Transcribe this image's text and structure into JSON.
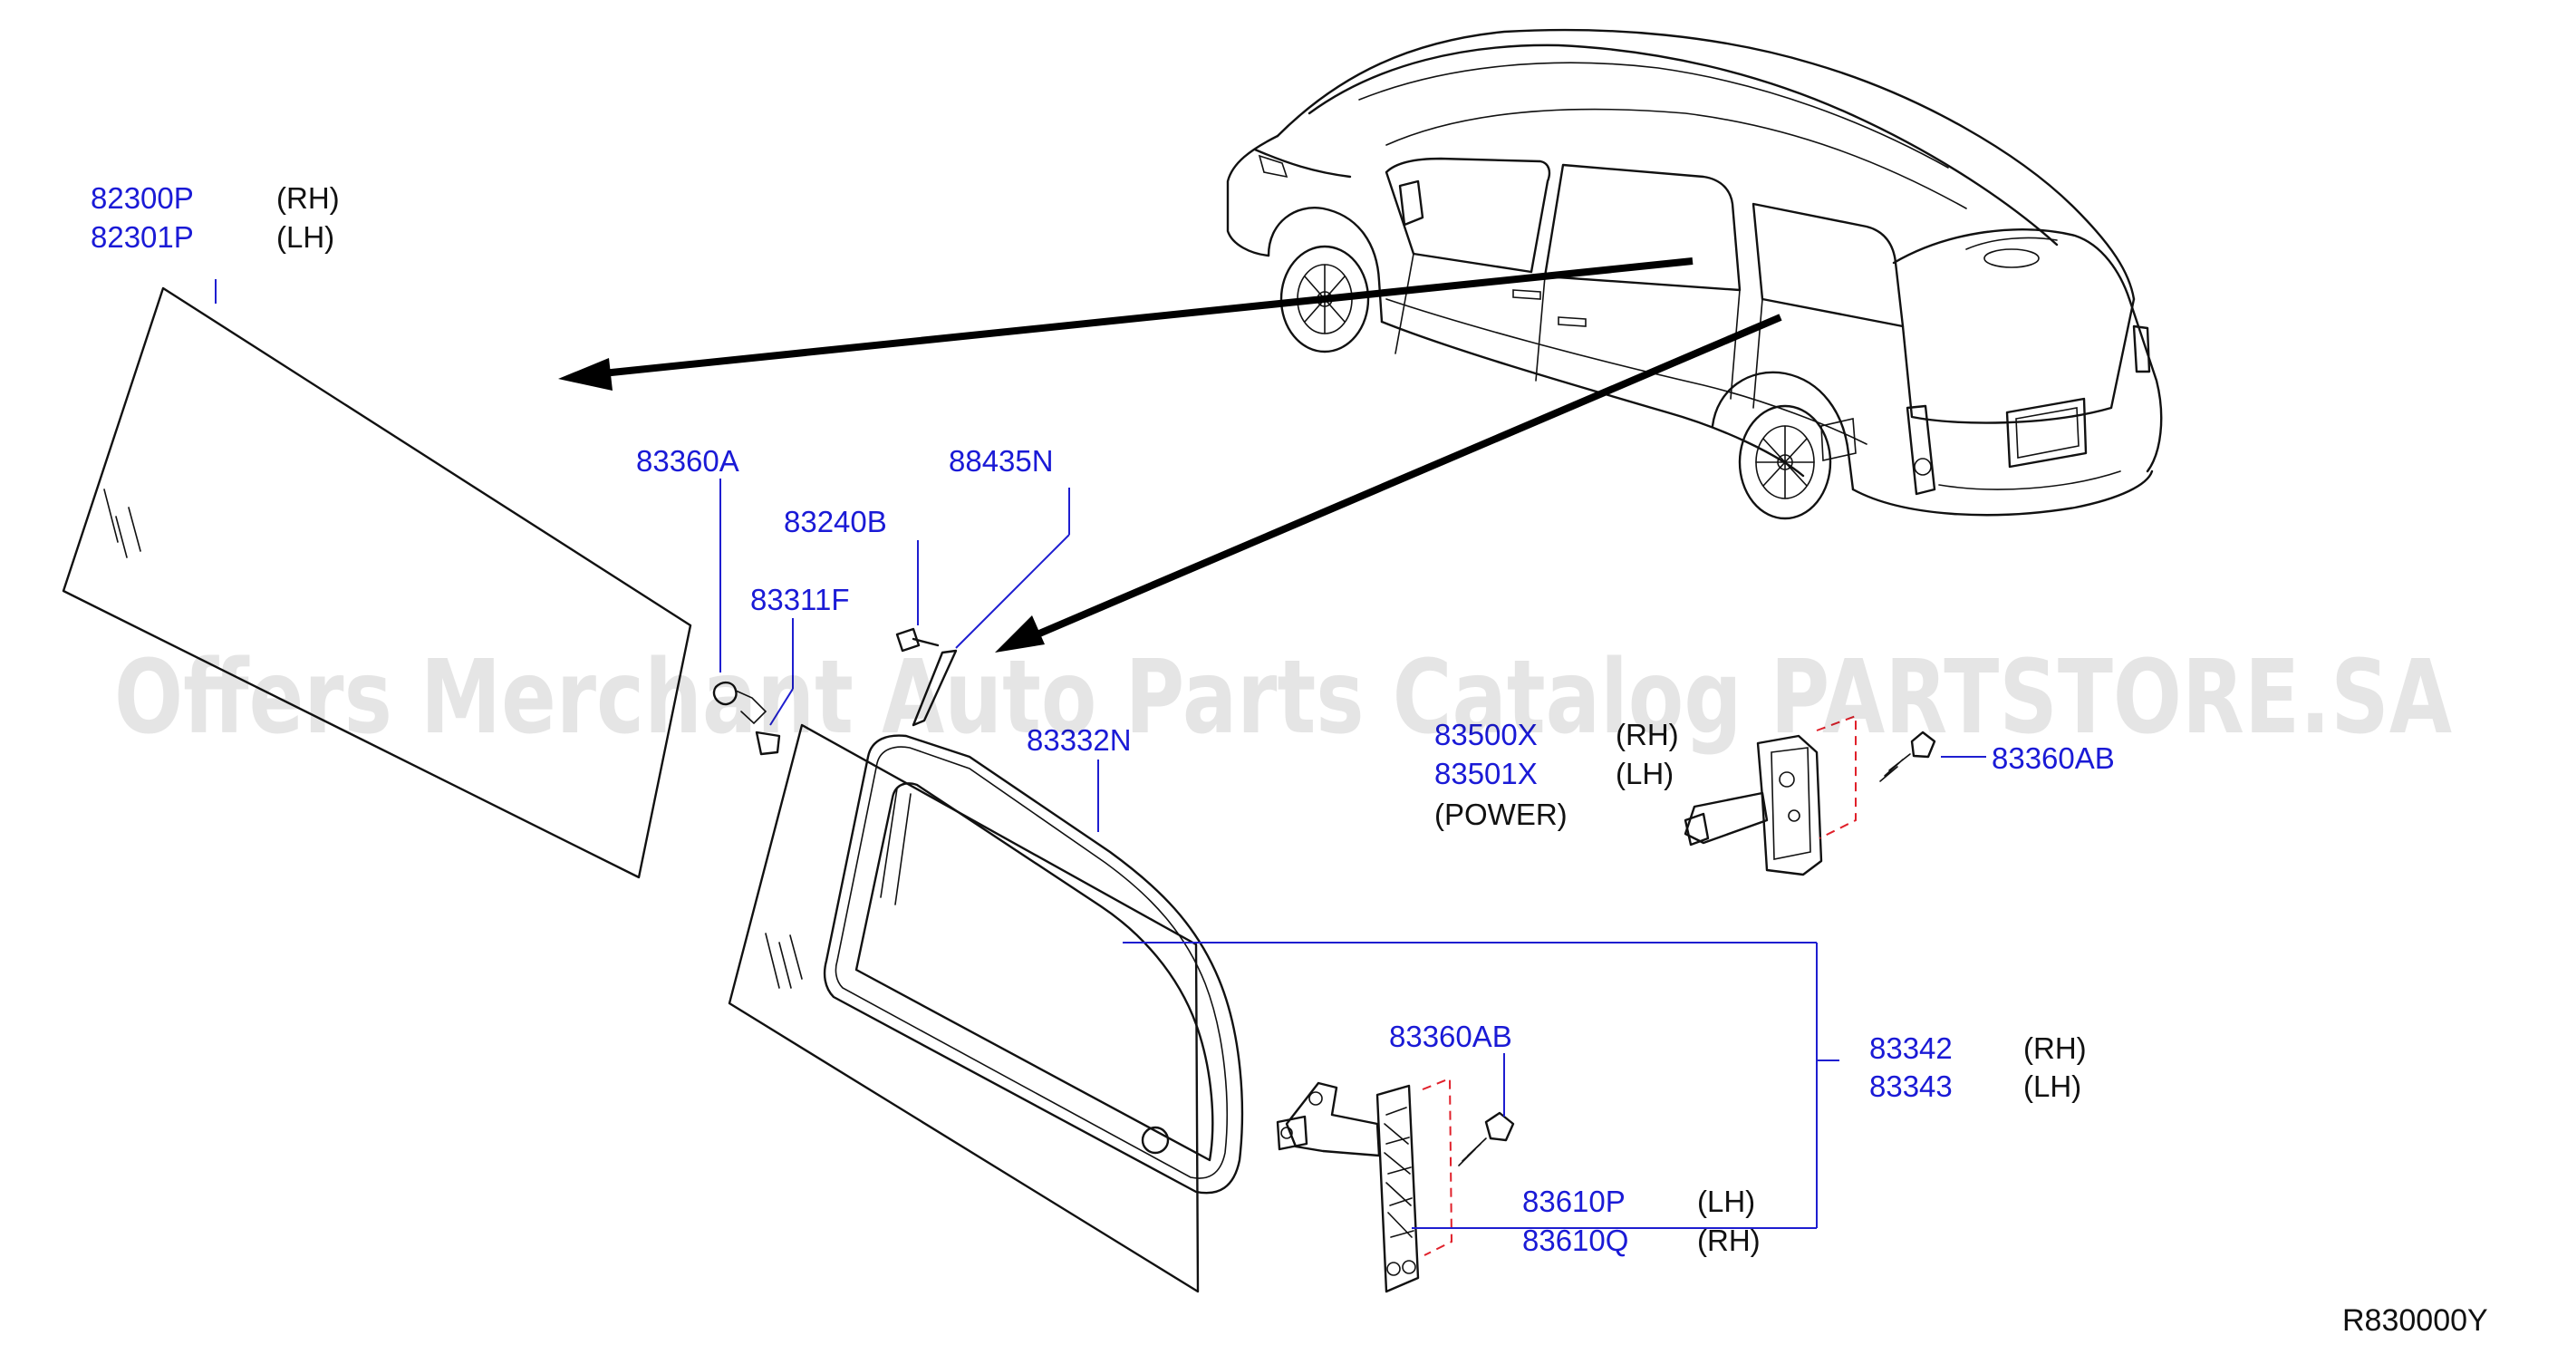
{
  "watermark": "Offers Merchant Auto Parts Catalog PARTSTORE.SA",
  "diagram_ref": "R830000Y",
  "callouts": {
    "glass": {
      "part1": "82300P",
      "side1": "(RH)",
      "part2": "82301P",
      "side2": "(LH)"
    },
    "clip_83360a": {
      "part": "83360A"
    },
    "bolt_83240b": {
      "part": "83240B"
    },
    "clip_83311f": {
      "part": "83311F"
    },
    "seal_88435n": {
      "part": "88435N"
    },
    "weatherstrip_83332n": {
      "part": "83332N"
    },
    "motor": {
      "part1": "83500X",
      "side1": "(RH)",
      "part2": "83501X",
      "side2": "(LH)",
      "note": "(POWER)"
    },
    "screw_upper": {
      "part": "83360AB"
    },
    "screw_lower": {
      "part": "83360AB"
    },
    "window_assy": {
      "part1": "83342",
      "side1": "(RH)",
      "part2": "83343",
      "side2": "(LH)"
    },
    "latch": {
      "part1": "83610P",
      "side1": "(LH)",
      "part2": "83610Q",
      "side2": "(RH)"
    }
  },
  "colors": {
    "part_number": "#1a1ad6",
    "text": "#111111",
    "leader": "#1e1ed0",
    "dashed": "#e0202a"
  },
  "icons": [
    "minivan-illustration",
    "glass-panel",
    "window-assembly",
    "latch-mechanism",
    "motor-unit",
    "screw",
    "bolt",
    "clip"
  ]
}
